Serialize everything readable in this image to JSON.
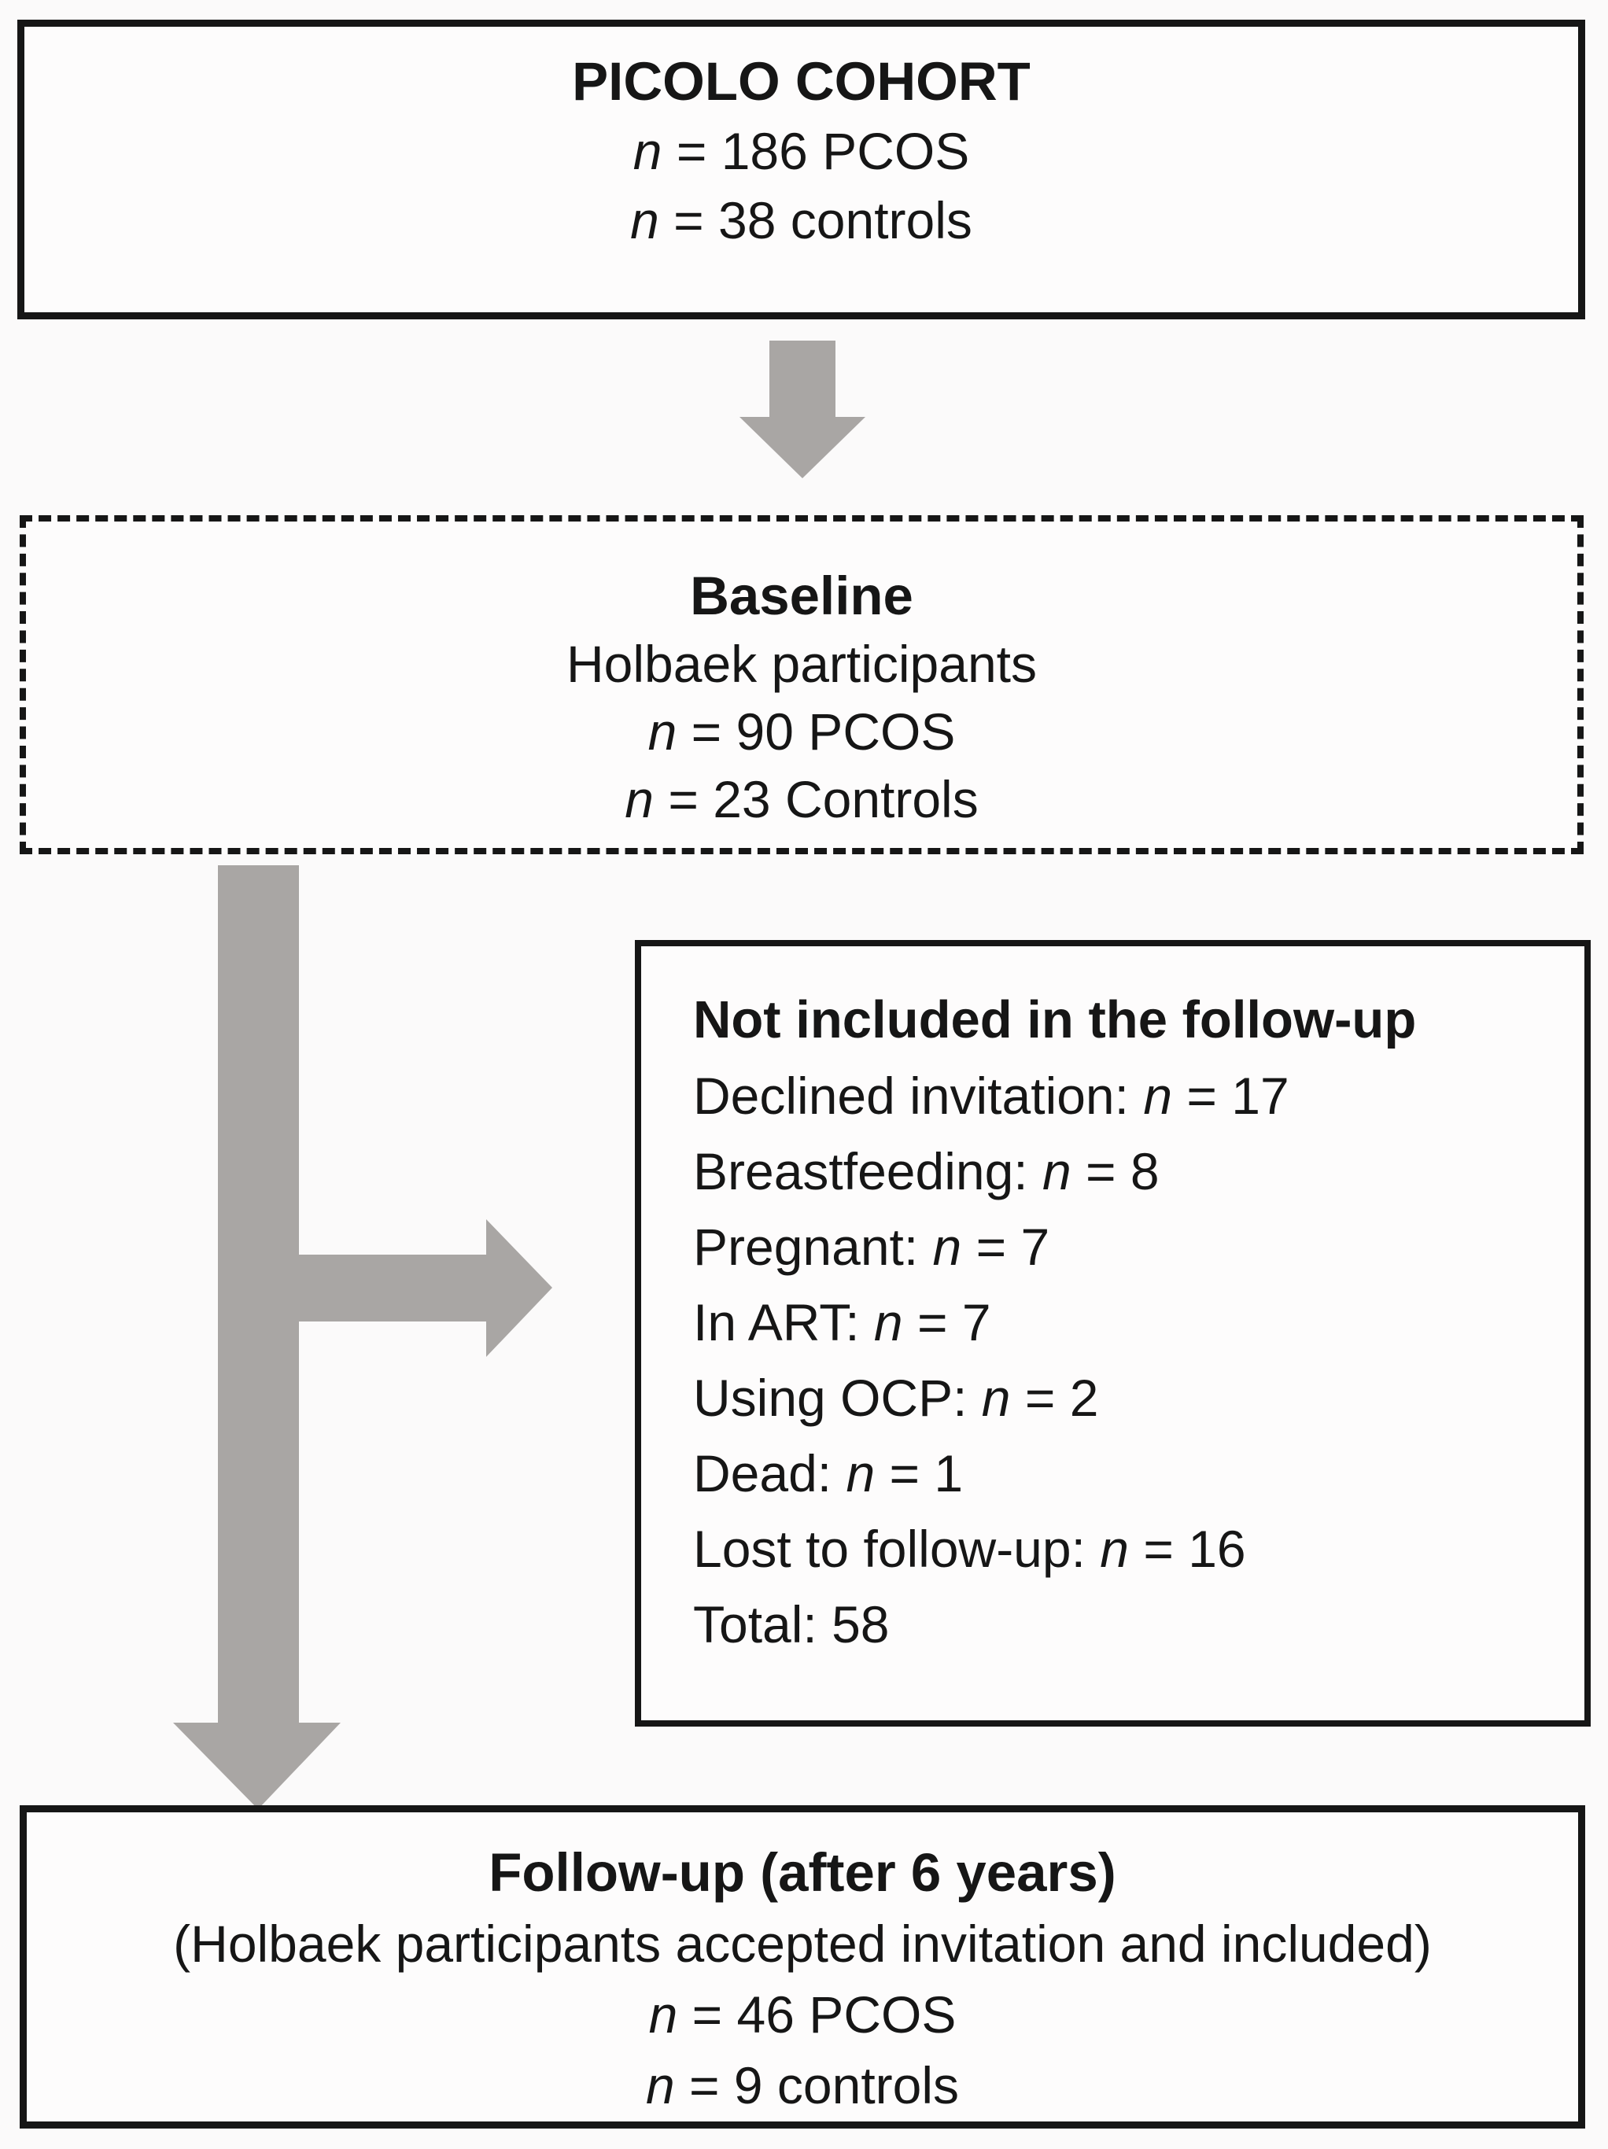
{
  "palette": {
    "arrow_gray": "#a9a6a4",
    "arrow_edge": "#8f8c8a",
    "border_black": "#161616",
    "background": "#fbfafa"
  },
  "icons": {
    "down_arrow": "down-arrow-icon",
    "branch_arrow": "down-and-right-branch-arrow-icon"
  },
  "cohort": {
    "title": "PICOLO COHORT",
    "lines": [
      [
        {
          "t": "n",
          "i": true
        },
        {
          "t": " = 186 PCOS"
        }
      ],
      [
        {
          "t": "n",
          "i": true
        },
        {
          "t": " = 38 controls"
        }
      ]
    ]
  },
  "baseline": {
    "title": "Baseline",
    "subtitle": "Holbaek participants",
    "lines": [
      [
        {
          "t": "n",
          "i": true
        },
        {
          "t": " = 90 PCOS"
        }
      ],
      [
        {
          "t": "n",
          "i": true
        },
        {
          "t": " = 23 Controls"
        }
      ]
    ]
  },
  "excluded": {
    "title": "Not included in the follow-up",
    "lines": [
      [
        {
          "t": "Declined invitation: "
        },
        {
          "t": "n",
          "i": true
        },
        {
          "t": " = 17"
        }
      ],
      [
        {
          "t": "Breastfeeding: "
        },
        {
          "t": "n",
          "i": true
        },
        {
          "t": " = 8"
        }
      ],
      [
        {
          "t": "Pregnant: "
        },
        {
          "t": "n",
          "i": true
        },
        {
          "t": " = 7"
        }
      ],
      [
        {
          "t": "In ART: "
        },
        {
          "t": "n",
          "i": true
        },
        {
          "t": " = 7"
        }
      ],
      [
        {
          "t": "Using OCP: "
        },
        {
          "t": "n",
          "i": true
        },
        {
          "t": " = 2"
        }
      ],
      [
        {
          "t": "Dead: "
        },
        {
          "t": "n",
          "i": true
        },
        {
          "t": " = 1"
        }
      ],
      [
        {
          "t": "Lost to follow-up: "
        },
        {
          "t": "n",
          "i": true
        },
        {
          "t": " = 16"
        }
      ],
      [
        {
          "t": "Total: 58"
        }
      ]
    ]
  },
  "followup": {
    "title": "Follow-up (after 6 years)",
    "subtitle": "(Holbaek participants accepted invitation and included)",
    "lines": [
      [
        {
          "t": "n",
          "i": true
        },
        {
          "t": " = 46 PCOS"
        }
      ],
      [
        {
          "t": "n",
          "i": true
        },
        {
          "t": " = 9 controls"
        }
      ]
    ]
  }
}
